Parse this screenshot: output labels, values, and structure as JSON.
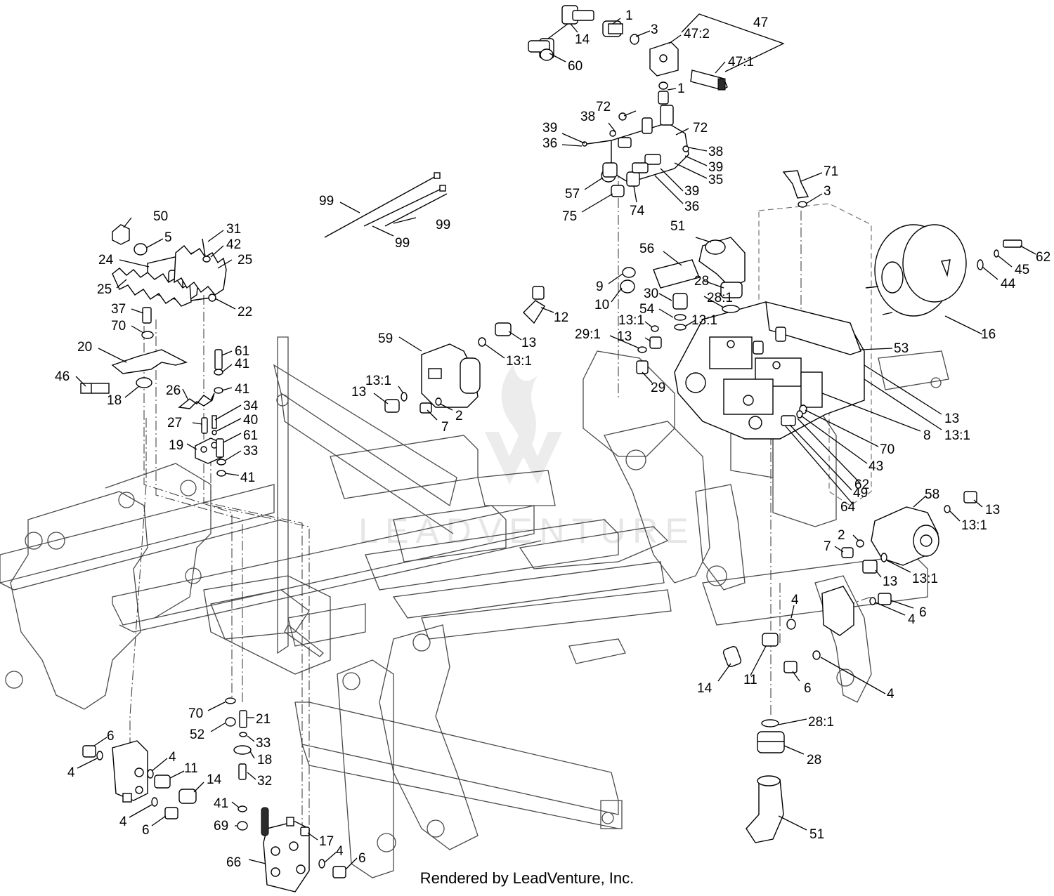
{
  "credit": "Rendered by LeadVenture, Inc.",
  "watermark": "LEADVENTURE",
  "callouts": [
    {
      "id": "c1a",
      "label": "1"
    },
    {
      "id": "c1b",
      "label": "1"
    },
    {
      "id": "c2a",
      "label": "2"
    },
    {
      "id": "c2b",
      "label": "2"
    },
    {
      "id": "c3a",
      "label": "3"
    },
    {
      "id": "c3b",
      "label": "3"
    },
    {
      "id": "c4a",
      "label": "4"
    },
    {
      "id": "c4b",
      "label": "4"
    },
    {
      "id": "c4c",
      "label": "4"
    },
    {
      "id": "c4d",
      "label": "4"
    },
    {
      "id": "c4e",
      "label": "4"
    },
    {
      "id": "c4f",
      "label": "4"
    },
    {
      "id": "c4g",
      "label": "4"
    },
    {
      "id": "c5",
      "label": "5"
    },
    {
      "id": "c6a",
      "label": "6"
    },
    {
      "id": "c6b",
      "label": "6"
    },
    {
      "id": "c6c",
      "label": "6"
    },
    {
      "id": "c6d",
      "label": "6"
    },
    {
      "id": "c6e",
      "label": "6"
    },
    {
      "id": "c7a",
      "label": "7"
    },
    {
      "id": "c7b",
      "label": "7"
    },
    {
      "id": "c8",
      "label": "8"
    },
    {
      "id": "c9",
      "label": "9"
    },
    {
      "id": "c10",
      "label": "10"
    },
    {
      "id": "c11a",
      "label": "11"
    },
    {
      "id": "c11b",
      "label": "11"
    },
    {
      "id": "c12",
      "label": "12"
    },
    {
      "id": "c13a",
      "label": "13"
    },
    {
      "id": "c13b",
      "label": "13"
    },
    {
      "id": "c13c",
      "label": "13"
    },
    {
      "id": "c13d",
      "label": "13"
    },
    {
      "id": "c13e",
      "label": "13"
    },
    {
      "id": "c13f",
      "label": "13"
    },
    {
      "id": "c13-1a",
      "label": "13:1"
    },
    {
      "id": "c13-1b",
      "label": "13:1"
    },
    {
      "id": "c13-1c",
      "label": "13:1"
    },
    {
      "id": "c13-1d",
      "label": "13:1"
    },
    {
      "id": "c13-1e",
      "label": "13:1"
    },
    {
      "id": "c13-1f",
      "label": "13:1"
    },
    {
      "id": "c13-1g",
      "label": "13:1"
    },
    {
      "id": "c14a",
      "label": "14"
    },
    {
      "id": "c14b",
      "label": "14"
    },
    {
      "id": "c14c",
      "label": "14"
    },
    {
      "id": "c16",
      "label": "16"
    },
    {
      "id": "c17",
      "label": "17"
    },
    {
      "id": "c18a",
      "label": "18"
    },
    {
      "id": "c18b",
      "label": "18"
    },
    {
      "id": "c19",
      "label": "19"
    },
    {
      "id": "c20",
      "label": "20"
    },
    {
      "id": "c21",
      "label": "21"
    },
    {
      "id": "c22",
      "label": "22"
    },
    {
      "id": "c24",
      "label": "24"
    },
    {
      "id": "c25a",
      "label": "25"
    },
    {
      "id": "c25b",
      "label": "25"
    },
    {
      "id": "c26",
      "label": "26"
    },
    {
      "id": "c27",
      "label": "27"
    },
    {
      "id": "c28a",
      "label": "28"
    },
    {
      "id": "c28b",
      "label": "28"
    },
    {
      "id": "c28-1a",
      "label": "28:1"
    },
    {
      "id": "c28-1b",
      "label": "28:1"
    },
    {
      "id": "c29",
      "label": "29"
    },
    {
      "id": "c29-1",
      "label": "29:1"
    },
    {
      "id": "c30",
      "label": "30"
    },
    {
      "id": "c31",
      "label": "31"
    },
    {
      "id": "c32",
      "label": "32"
    },
    {
      "id": "c33a",
      "label": "33"
    },
    {
      "id": "c33b",
      "label": "33"
    },
    {
      "id": "c34",
      "label": "34"
    },
    {
      "id": "c35",
      "label": "35"
    },
    {
      "id": "c36a",
      "label": "36"
    },
    {
      "id": "c36b",
      "label": "36"
    },
    {
      "id": "c37",
      "label": "37"
    },
    {
      "id": "c38a",
      "label": "38"
    },
    {
      "id": "c38b",
      "label": "38"
    },
    {
      "id": "c39a",
      "label": "39"
    },
    {
      "id": "c39b",
      "label": "39"
    },
    {
      "id": "c39c",
      "label": "39"
    },
    {
      "id": "c40",
      "label": "40"
    },
    {
      "id": "c41a",
      "label": "41"
    },
    {
      "id": "c41b",
      "label": "41"
    },
    {
      "id": "c41c",
      "label": "41"
    },
    {
      "id": "c41d",
      "label": "41"
    },
    {
      "id": "c42",
      "label": "42"
    },
    {
      "id": "c43",
      "label": "43"
    },
    {
      "id": "c44",
      "label": "44"
    },
    {
      "id": "c45",
      "label": "45"
    },
    {
      "id": "c46",
      "label": "46"
    },
    {
      "id": "c47",
      "label": "47"
    },
    {
      "id": "c47-1",
      "label": "47:1"
    },
    {
      "id": "c47-2",
      "label": "47:2"
    },
    {
      "id": "c49",
      "label": "49"
    },
    {
      "id": "c50",
      "label": "50"
    },
    {
      "id": "c51a",
      "label": "51"
    },
    {
      "id": "c51b",
      "label": "51"
    },
    {
      "id": "c52",
      "label": "52"
    },
    {
      "id": "c53",
      "label": "53"
    },
    {
      "id": "c54",
      "label": "54"
    },
    {
      "id": "c56",
      "label": "56"
    },
    {
      "id": "c57",
      "label": "57"
    },
    {
      "id": "c58",
      "label": "58"
    },
    {
      "id": "c59",
      "label": "59"
    },
    {
      "id": "c60",
      "label": "60"
    },
    {
      "id": "c61a",
      "label": "61"
    },
    {
      "id": "c61b",
      "label": "61"
    },
    {
      "id": "c62a",
      "label": "62"
    },
    {
      "id": "c62b",
      "label": "62"
    },
    {
      "id": "c64",
      "label": "64"
    },
    {
      "id": "c66",
      "label": "66"
    },
    {
      "id": "c69",
      "label": "69"
    },
    {
      "id": "c70a",
      "label": "70"
    },
    {
      "id": "c70b",
      "label": "70"
    },
    {
      "id": "c70c",
      "label": "70"
    },
    {
      "id": "c71",
      "label": "71"
    },
    {
      "id": "c72a",
      "label": "72"
    },
    {
      "id": "c72b",
      "label": "72"
    },
    {
      "id": "c74",
      "label": "74"
    },
    {
      "id": "c75",
      "label": "75"
    },
    {
      "id": "c99a",
      "label": "99"
    },
    {
      "id": "c99b",
      "label": "99"
    },
    {
      "id": "c99c",
      "label": "99"
    }
  ]
}
